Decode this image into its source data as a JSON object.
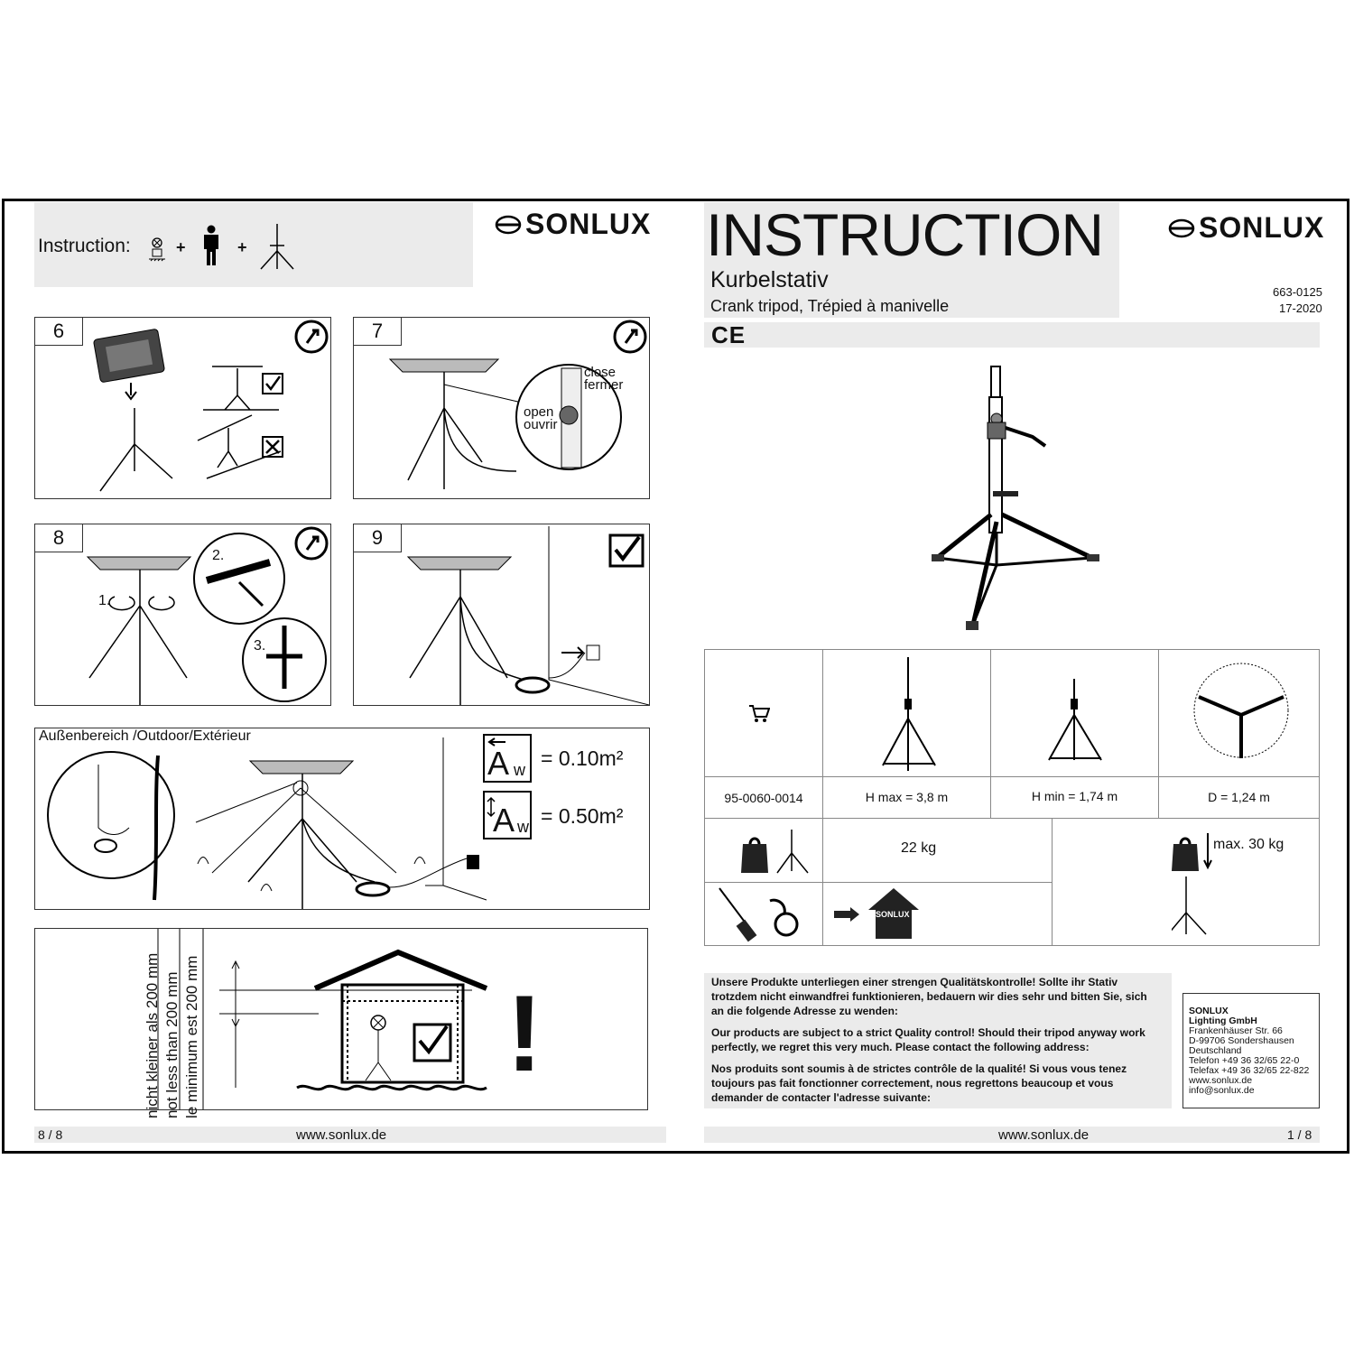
{
  "brand": "SONLUX",
  "left_page": {
    "instruction_label": "Instruction:",
    "plus": "+",
    "steps": [
      {
        "num": "6"
      },
      {
        "num": "7",
        "close": "close",
        "fermer": "fermer",
        "open": "open",
        "ouvrir": "ouvrir"
      },
      {
        "num": "8",
        "s1": "1.",
        "s2": "2.",
        "s3": "3."
      },
      {
        "num": "9"
      }
    ],
    "outdoor": {
      "title": "Außenbereich /Outdoor/Extérieur",
      "aw": "A",
      "aw_sub": "w",
      "aw1_value": "= 0.10m²",
      "aw2_value": "= 0.50m²"
    },
    "clearance": {
      "de": "nicht kleiner als 200 mm",
      "en": "not less than 200 mm",
      "fr": "le minimum est 200 mm",
      "exclaim": "!"
    },
    "footer": {
      "page": "8 / 8",
      "url": "www.sonlux.de"
    }
  },
  "right_page": {
    "title": "INSTRUCTION",
    "subtitle": "Kurbelstativ",
    "subtitle2": "Crank tripod, Trépied à manivelle",
    "code": "663-0125",
    "date": "17-2020",
    "ce": "CE",
    "specs": {
      "article": "95-0060-0014",
      "hmax": "H max = 3,8 m",
      "hmin": "H min = 1,74 m",
      "diameter": "D = 1,24 m",
      "weight": "22 kg",
      "max_load": "max. 30 kg",
      "house_label": "SONLUX"
    },
    "notice_de": "Unsere Produkte unterliegen einer strengen Qualitätskontrolle! Sollte ihr Stativ trotzdem nicht einwandfrei funktionieren, bedauern wir dies sehr und bitten Sie, sich an die folgende Adresse zu wenden:",
    "notice_en": "Our products are subject to a strict Quality control! Should their tripod anyway work perfectly, we regret this very much. Please contact the following address:",
    "notice_fr": "Nos produits sont soumis à de strictes contrôle de la qualité! Si vous vous tenez toujours pas fait fonctionner correctement, nous regrettons beaucoup et vous demander de contacter l'adresse suivante:",
    "address": {
      "l1": "SONLUX",
      "l2": "Lighting GmbH",
      "l3": "Frankenhäuser Str. 66",
      "l4": "D-99706 Sondershausen",
      "l5": "Deutschland",
      "l6": "Telefon +49 36 32/65 22-0",
      "l7": "Telefax +49 36 32/65 22-822",
      "l8": "www.sonlux.de",
      "l9": "info@sonlux.de"
    },
    "footer": {
      "url": "www.sonlux.de",
      "page": "1 / 8"
    }
  }
}
